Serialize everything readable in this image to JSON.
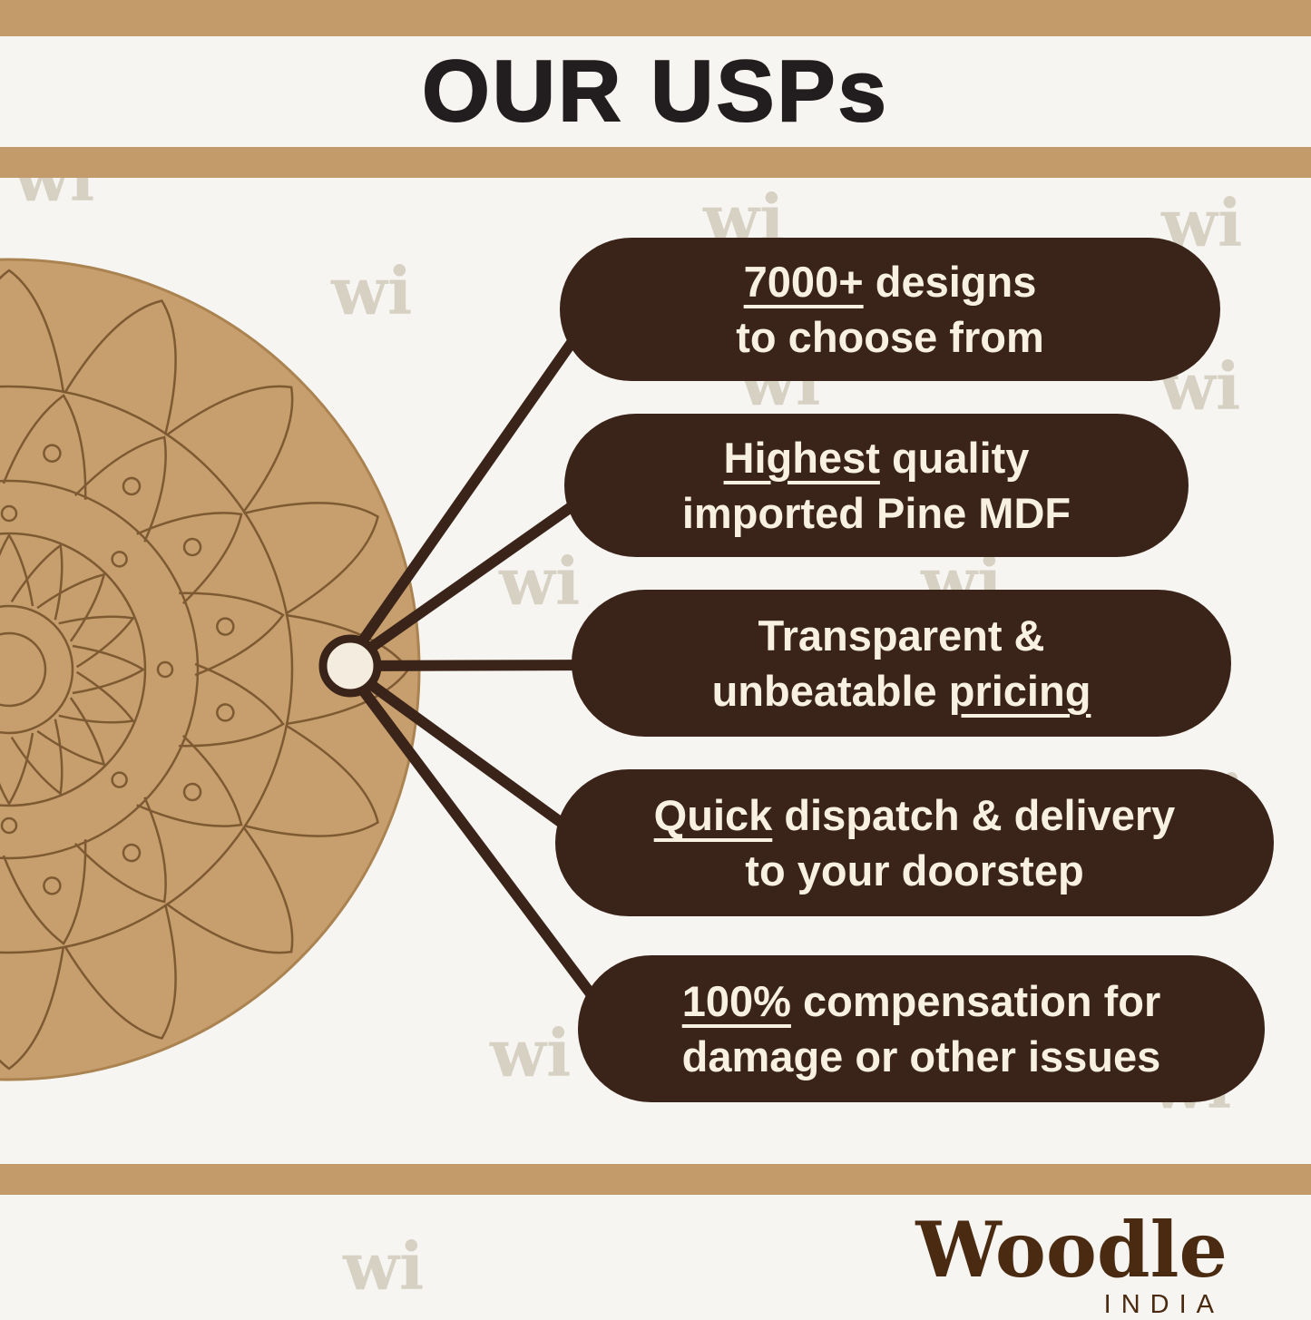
{
  "title": "OUR USPs",
  "watermark": "wi",
  "usps": [
    {
      "line1_u": "7000+",
      "line1_rest": " designs",
      "line2": "to choose from"
    },
    {
      "line1_u": "Highest",
      "line1_rest": " quality",
      "line2": "imported Pine MDF"
    },
    {
      "line1": "Transparent &",
      "line2_pre": "unbeatable ",
      "line2_u": "pricing"
    },
    {
      "line1_u": "Quick",
      "line1_rest": " dispatch & delivery",
      "line2": "to your doorstep"
    },
    {
      "line1_u": "100%",
      "line1_rest": " compensation for",
      "line2": "damage or other issues"
    }
  ],
  "brand": {
    "name": "Woodle",
    "country": "INDIA"
  },
  "colors": {
    "accent_tan": "#c39b6b",
    "pill_brown": "#3a2318",
    "cream_text": "#f8f1e2",
    "board_kraft": "#c79e6d",
    "mandala_line": "#7d5a32",
    "logo_brown": "#4a2b12",
    "title_dark": "#221d1e",
    "watermark_gray": "#d7d1c4"
  }
}
